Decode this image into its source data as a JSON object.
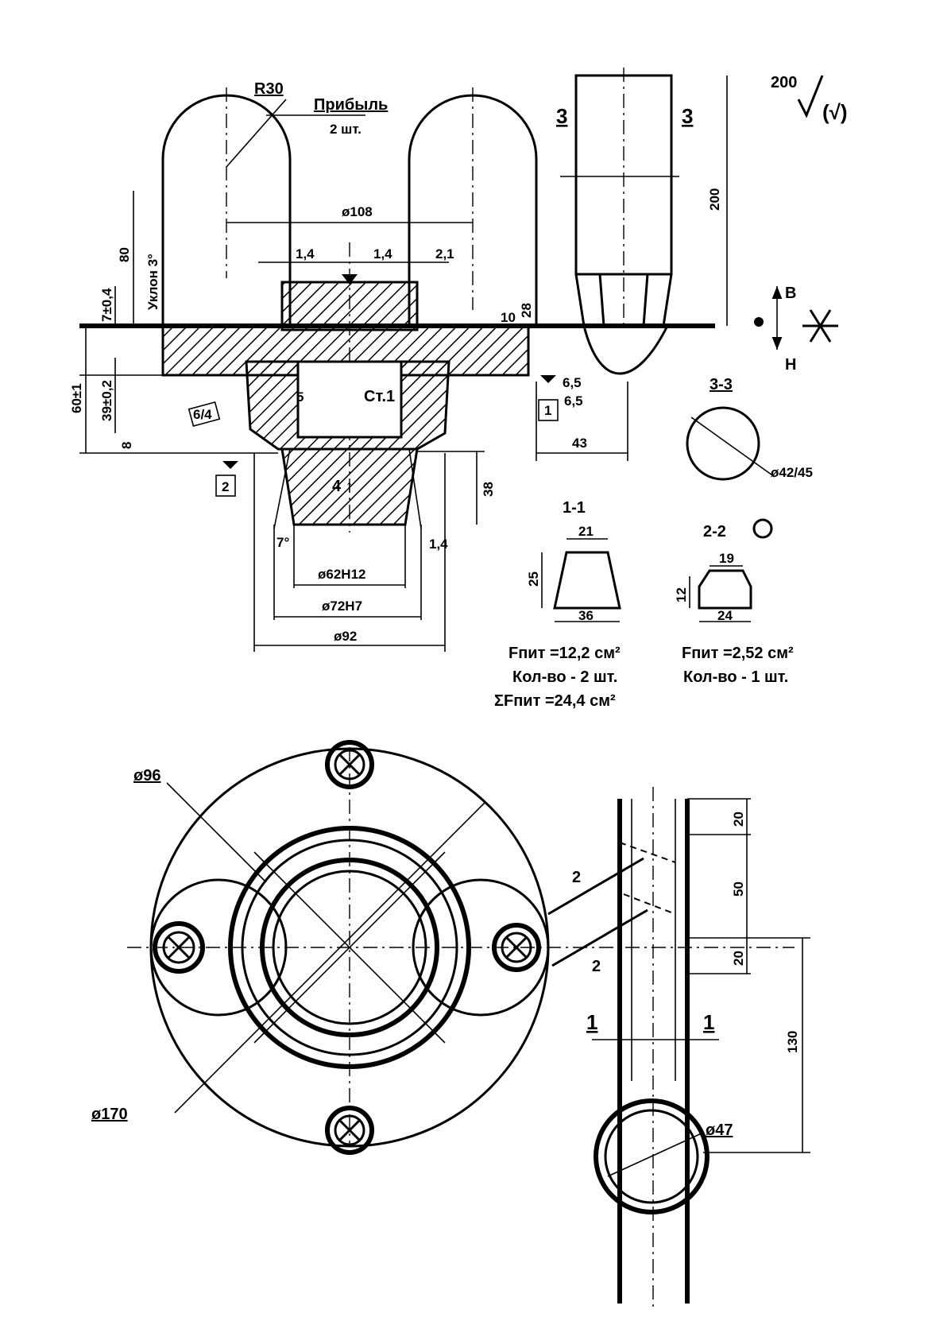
{
  "roughness": "200",
  "roughness_note": "(√)",
  "top_view": {
    "radius_label": "R30",
    "riser_label": "Прибыль",
    "riser_count": "2 шт.",
    "dia_108": "ø108",
    "dim_1_4_top": "1,4",
    "dim_1_4_mid": "1,4",
    "dim_2_1": "2,1",
    "dim_80": "80",
    "slope_label": "Уклон 3°",
    "dim_7_0_4": "7±0,4",
    "dim_60_1": "60±1",
    "dim_39_0_2": "39±0,2",
    "dim_8": "8",
    "dim_10": "10",
    "dim_5": "5",
    "material": "Ст.1",
    "dim_38": "38",
    "angle_7": "7°",
    "dim_1_4_bottom": "1,4",
    "dia_62": "ø62H12",
    "dia_72": "ø72H7",
    "dia_92": "ø92",
    "marker_1": "1",
    "marker_2": "2",
    "weld_1": "6,5",
    "weld_2": "6,5",
    "stamp_text": "6/4",
    "dim_43": "43"
  },
  "side_view": {
    "section_mark_left": "3",
    "section_mark_right": "3",
    "dim_200": "200",
    "dim_28": "28",
    "dir_up": "В",
    "dir_down": "Н"
  },
  "section_3_3": {
    "title": "3-3",
    "dia": "ø42/45"
  },
  "section_1_1": {
    "title": "1-1",
    "top": "21",
    "height": "25",
    "bottom": "36",
    "area": "Fпит =12,2 см²",
    "qty": "Кол-во - 2 шт.",
    "sum": "ΣFпит =24,4 см²"
  },
  "section_2_2": {
    "title": "2-2",
    "top": "19",
    "height": "12",
    "bottom": "24",
    "area": "Fпит =2,52 см²",
    "qty": "Кол-во - 1 шт."
  },
  "plan_view": {
    "dia_96": "ø96",
    "dia_170": "ø170",
    "dia_47": "ø47",
    "angle_top": "2",
    "angle_bottom": "2",
    "dim_20_top": "20",
    "dim_50": "50",
    "dim_20_bottom": "20",
    "dim_130": "130",
    "section_1_left": "1",
    "section_1_right": "1"
  }
}
